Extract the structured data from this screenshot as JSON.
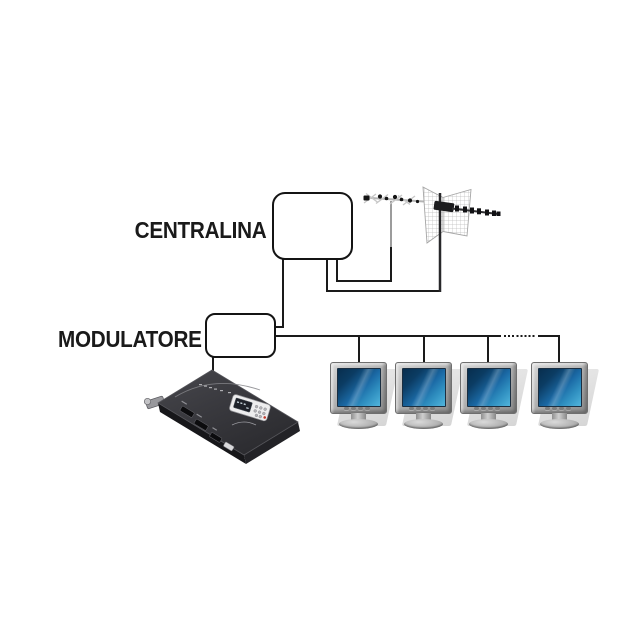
{
  "labels": {
    "centralina": "CENTRALINA",
    "modulatore": "MODULATORE"
  },
  "components": {
    "antenna_icons": [
      "vhf-yagi-antenna",
      "uhf-grid-antenna"
    ],
    "device_icon": "modulator-unit-with-lcd",
    "tv_icon": "crt-monitor",
    "tv_count": 4,
    "dotted_wire_segment": true
  },
  "colors": {
    "background": "#ffffff",
    "wire": "#1a1a1a",
    "label_text": "#1a1a1a",
    "box_border": "#141414",
    "box_fill": "#ffffff",
    "tv_screen_dark": "#0b3c63",
    "tv_screen_mid": "#1b6aa6",
    "tv_screen_light": "#52b5dc",
    "tv_bezel_light": "#d7d7d7",
    "tv_bezel_dark": "#8c8c8c",
    "device_body": "#35353a",
    "shadow": "#dddddd"
  }
}
